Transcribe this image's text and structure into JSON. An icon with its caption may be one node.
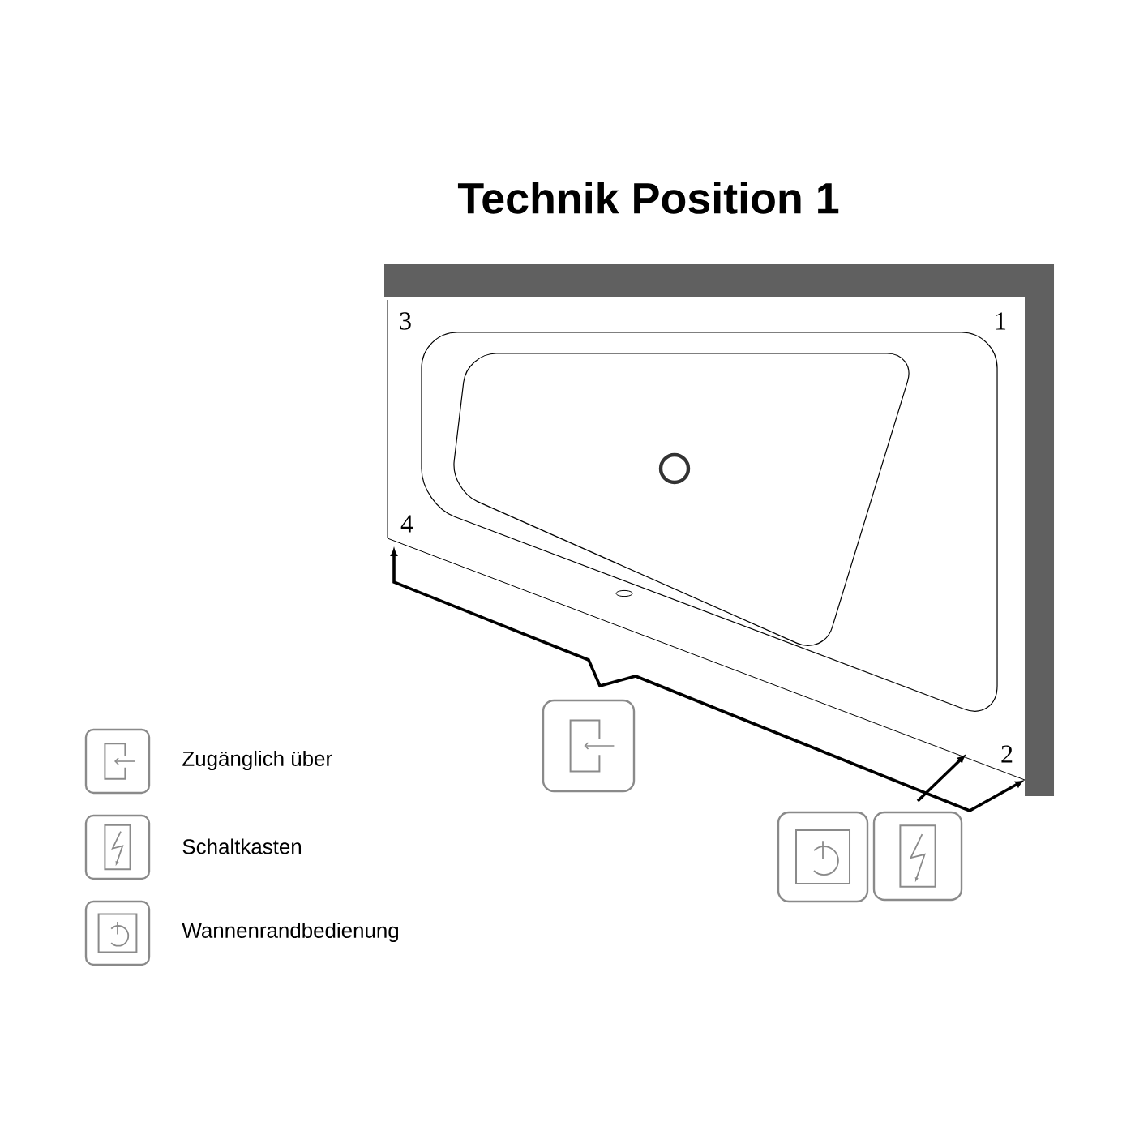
{
  "diagram": {
    "title": "Technik Position 1",
    "labels": [
      "3",
      "1",
      "4",
      "2"
    ],
    "legend": [
      {
        "text": "Zugänglich über"
      },
      {
        "text": "Schaltkasten"
      },
      {
        "text": "Wannenrandbedienung"
      }
    ]
  }
}
